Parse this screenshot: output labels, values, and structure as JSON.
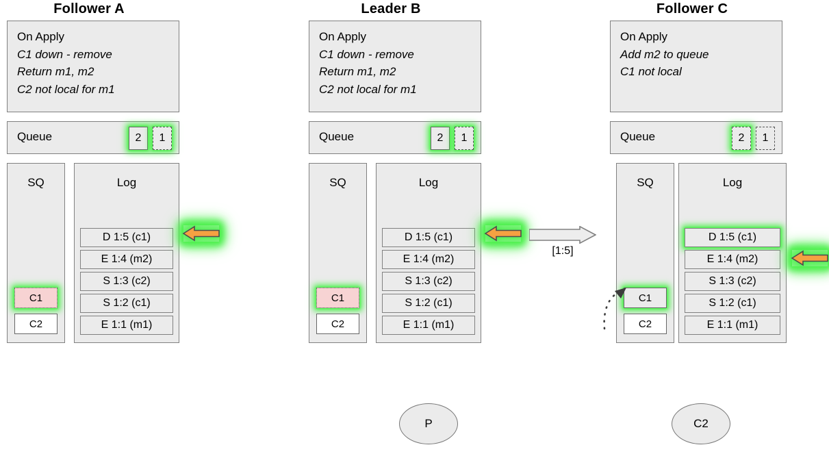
{
  "panels": [
    {
      "title": "Follower A",
      "apply": {
        "heading": "On Apply",
        "lines": [
          "C1 down - remove",
          "Return m1, m2",
          "C2 not local for m1"
        ]
      },
      "queue": {
        "label": "Queue",
        "slots": [
          {
            "value": "2",
            "style": "solid",
            "glow": true
          },
          {
            "value": "1",
            "style": "dashed",
            "glow": true
          }
        ]
      },
      "sq": {
        "header": "SQ",
        "items": [
          {
            "label": "C1",
            "fill": "pink",
            "border": "dotted",
            "glow": true
          },
          {
            "label": "C2",
            "fill": "white",
            "border": "solid",
            "glow": false
          }
        ]
      },
      "log": {
        "header": "Log",
        "entries": [
          {
            "text": "D 1:5 (c1)",
            "glow": false
          },
          {
            "text": "E 1:4 (m2)",
            "glow": false
          },
          {
            "text": "S 1:3 (c2)",
            "glow": false
          },
          {
            "text": "S 1:2 (c1)",
            "glow": false
          },
          {
            "text": "E 1:1 (m1)",
            "glow": false
          }
        ]
      }
    },
    {
      "title": "Leader B",
      "apply": {
        "heading": "On Apply",
        "lines": [
          "C1 down - remove",
          "Return m1, m2",
          "C2 not local for m1"
        ]
      },
      "queue": {
        "label": "Queue",
        "slots": [
          {
            "value": "2",
            "style": "solid",
            "glow": true
          },
          {
            "value": "1",
            "style": "dashed",
            "glow": true
          }
        ]
      },
      "sq": {
        "header": "SQ",
        "items": [
          {
            "label": "C1",
            "fill": "pink",
            "border": "dotted",
            "glow": true
          },
          {
            "label": "C2",
            "fill": "white",
            "border": "solid",
            "glow": false
          }
        ]
      },
      "log": {
        "header": "Log",
        "entries": [
          {
            "text": "D 1:5 (c1)",
            "glow": false
          },
          {
            "text": "E 1:4 (m2)",
            "glow": false
          },
          {
            "text": "S 1:3 (c2)",
            "glow": false
          },
          {
            "text": "S 1:2 (c1)",
            "glow": false
          },
          {
            "text": "E 1:1 (m1)",
            "glow": false
          }
        ]
      }
    },
    {
      "title": "Follower C",
      "apply": {
        "heading": "On Apply",
        "lines": [
          "Add m2 to queue",
          "C1 not local"
        ]
      },
      "queue": {
        "label": "Queue",
        "slots": [
          {
            "value": "2",
            "style": "dashed",
            "glow": true
          },
          {
            "value": "1",
            "style": "dashed",
            "glow": false
          }
        ]
      },
      "sq": {
        "header": "SQ",
        "items": [
          {
            "label": "C1",
            "fill": "grey",
            "border": "solid",
            "glow": true
          },
          {
            "label": "C2",
            "fill": "white",
            "border": "solid",
            "glow": false
          }
        ]
      },
      "log": {
        "header": "Log",
        "entries": [
          {
            "text": "D 1:5 (c1)",
            "glow": true
          },
          {
            "text": "E 1:4 (m2)",
            "glow": false
          },
          {
            "text": "S 1:3 (c2)",
            "glow": false
          },
          {
            "text": "S 1:2 (c1)",
            "glow": false
          },
          {
            "text": "E 1:1 (m1)",
            "glow": false
          }
        ]
      }
    }
  ],
  "connector": {
    "label": "[1:5]"
  },
  "nodes": [
    {
      "label": "P"
    },
    {
      "label": "C2"
    }
  ],
  "colors": {
    "panel_fill": "#ebebeb",
    "panel_border": "#808080",
    "glow": "#4df04d",
    "arrow_orange": "#f5a142",
    "arrow_orange_border": "#4d4d4d",
    "pink_fill": "#f7d3d3"
  }
}
